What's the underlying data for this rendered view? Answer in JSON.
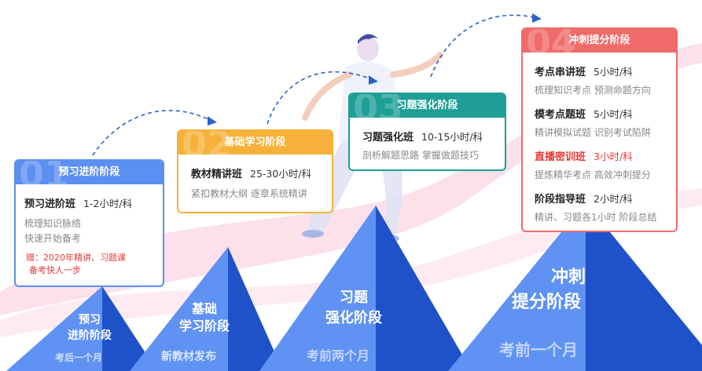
{
  "stages": [
    {
      "header": "预习进阶阶段",
      "courses": [
        {
          "name": "预习进阶班",
          "hours": "1-2小时/科",
          "desc": [
            "梳理知识脉络",
            "快速开始备考"
          ]
        }
      ],
      "bonus": [
        "赠：2020年精讲、习题课",
        "备考快人一步"
      ],
      "pyramid_title": [
        "预习",
        "进阶阶段"
      ],
      "pyramid_sub": "考后一个月",
      "color": "#5b8ff0"
    },
    {
      "header": "基础学习阶段",
      "courses": [
        {
          "name": "教材精讲班",
          "hours": "25-30小时/科",
          "desc": [
            "紧扣教材大纲 逐章系统精讲"
          ]
        }
      ],
      "pyramid_title": [
        "基础",
        "学习阶段"
      ],
      "pyramid_sub": "新教材发布",
      "color": "#f6b13a"
    },
    {
      "header": "习题强化阶段",
      "courses": [
        {
          "name": "习题强化班",
          "hours": "10-15小时/科",
          "desc": [
            "剖析解题思路 掌握做题技巧"
          ]
        }
      ],
      "pyramid_title": [
        "习题",
        "强化阶段"
      ],
      "pyramid_sub": "考前两个月",
      "color": "#1e9e96"
    },
    {
      "header": "冲刺提分阶段",
      "courses": [
        {
          "name": "考点串讲班",
          "hours": "5小时/科",
          "desc": [
            "梳理知识考点 预测命题方向"
          ]
        },
        {
          "name": "模考点题班",
          "hours": "5小时/科",
          "desc": [
            "精讲模拟试题 识别考试陷阱"
          ]
        },
        {
          "name": "直播密训班",
          "hours": "3小时/科",
          "desc": [
            "提炼精华考点 高效冲刺提分"
          ],
          "highlight": true
        },
        {
          "name": "阶段指导班",
          "hours": "2小时/科",
          "desc": [
            "精讲、习题各1小时 阶段总结"
          ]
        }
      ],
      "pyramid_title": [
        "冲刺",
        "提分阶段"
      ],
      "pyramid_sub": "考前一个月",
      "color": "#f06a6a"
    }
  ],
  "colors": {
    "pyramid_light": "#5b8ff0",
    "pyramid_dark": "#1f52c9",
    "highlight_red": "#e53935",
    "ribbon_pink": "#fbd3e1",
    "arrow_blue": "#2d62c7"
  },
  "decorations": [
    "dashed-arrow-icon",
    "person-illustration",
    "pink-ribbon",
    "step-number-watermark"
  ]
}
